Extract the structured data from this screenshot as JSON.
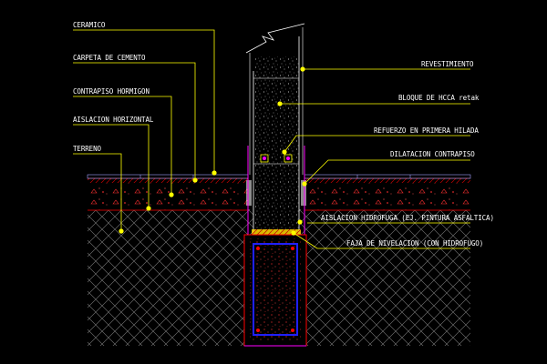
{
  "colors": {
    "background": "#000000",
    "leader": "#ffff00",
    "text": "#ffffff",
    "ground_hatch": "#808080",
    "concrete_stipple": "#ffffff",
    "rebar": "#ff0000",
    "outline_magenta": "#ff00ff",
    "screed_red": "#c00000",
    "ceramic_outline": "#a0a0ff",
    "stirrup_blue": "#2020ff",
    "waterproof_yellow": "#ffd700"
  },
  "labels": {
    "ceramico": "CERAMICO",
    "carpeta": "CARPETA DE CEMENTO",
    "contrapiso": "CONTRAPISO HORMIGON",
    "aislacion_horizontal": "AISLACION HORIZONTAL",
    "terreno": "TERRENO",
    "revestimiento": "REVESTIMIENTO",
    "bloque": "BLOQUE DE HCCA retak",
    "refuerzo": "REFUERZO EN PRIMERA HILADA",
    "dilatacion": "DILATACION CONTRAPISO",
    "aislacion_hidrofuga": "AISLACION HIDROFUGA (EJ. PINTURA ASFALTICA)",
    "faja": "FAJA DE NIVELACION (CON HIDROFUGO)"
  },
  "icons": {
    "break_line": "zigzag-break-icon",
    "leader_dot": "leader-dot-icon"
  }
}
